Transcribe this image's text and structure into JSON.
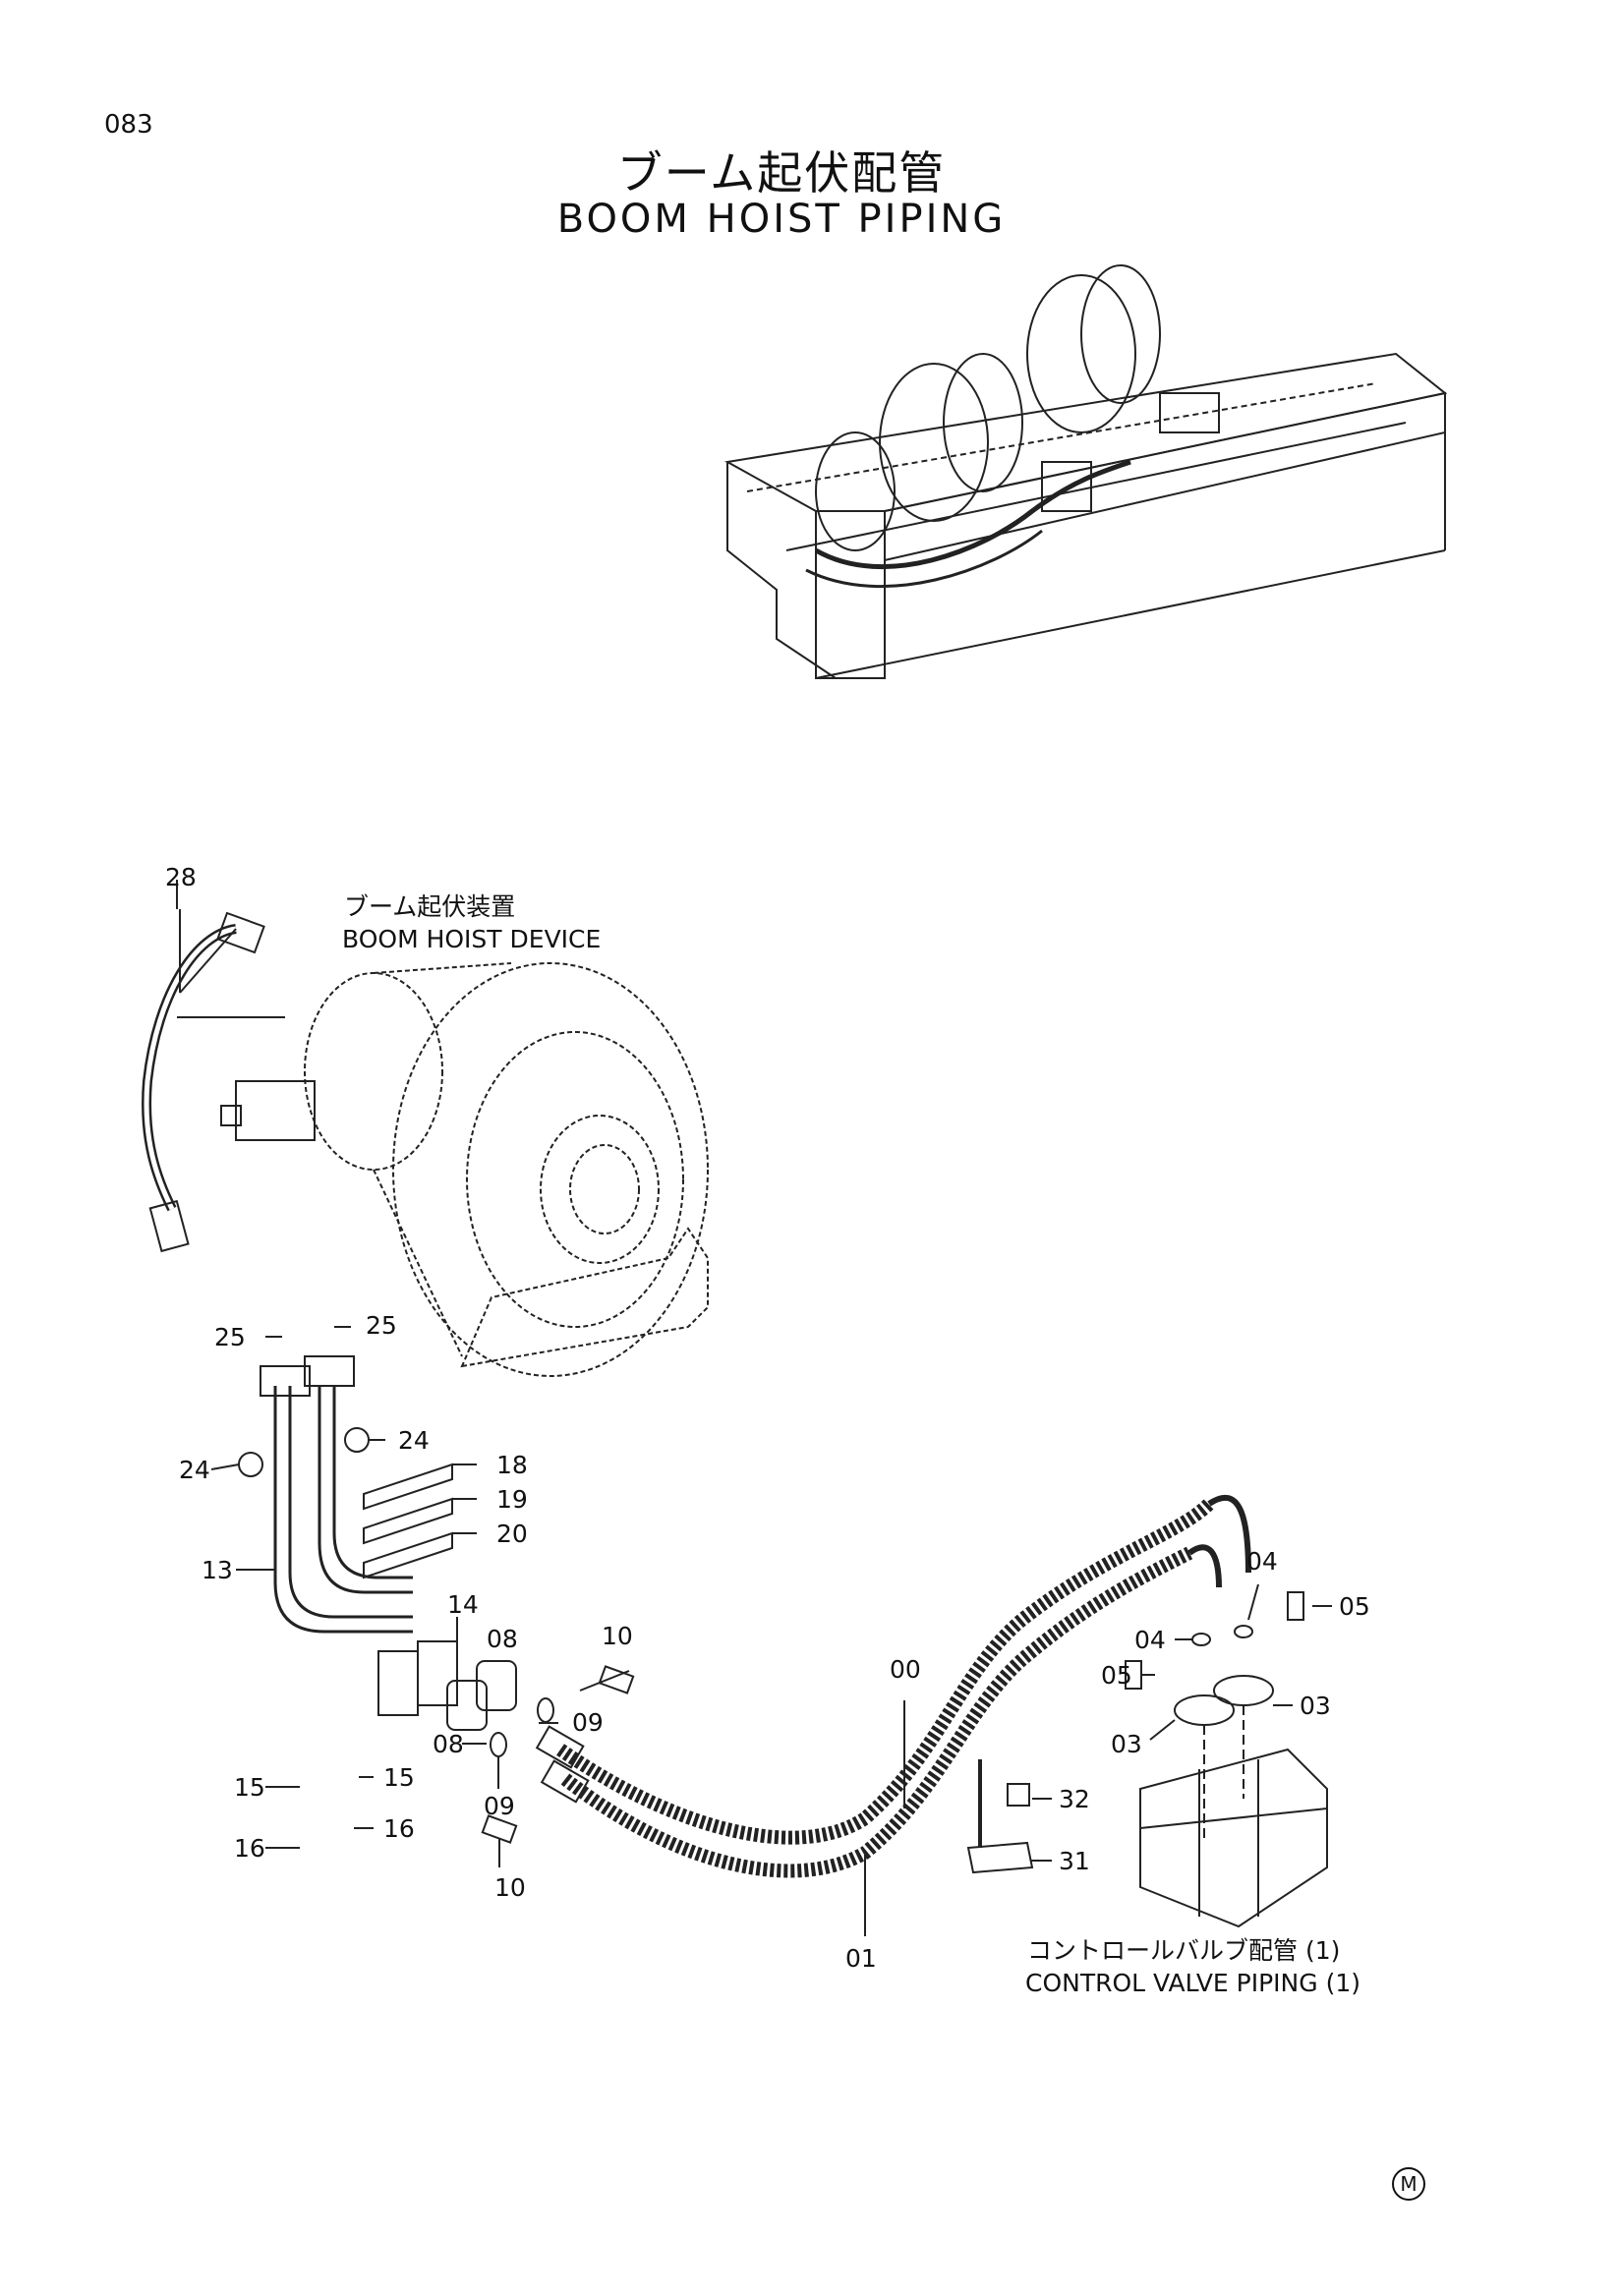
{
  "header": {
    "page_number": "083",
    "title_jp": "ブーム起伏配管",
    "title_en": "BOOM HOIST PIPING"
  },
  "labels": {
    "device_jp": "ブーム起伏装置",
    "device_en": "BOOM HOIST DEVICE",
    "control_valve_jp": "コントロールバルブ配管 (1)",
    "control_valve_en": "CONTROL VALVE PIPING (1)"
  },
  "callouts": {
    "c28": "28",
    "c25a": "25",
    "c25b": "25",
    "c24a": "24",
    "c24b": "24",
    "c18": "18",
    "c19": "19",
    "c20": "20",
    "c13": "13",
    "c14": "14",
    "c08a": "08",
    "c08b": "08",
    "c10a": "10",
    "c10b": "10",
    "c09a": "09",
    "c09b": "09",
    "c15a": "15",
    "c15b": "15",
    "c16a": "16",
    "c16b": "16",
    "c00": "00",
    "c01": "01",
    "c04a": "04",
    "c04b": "04",
    "c05a": "05",
    "c05b": "05",
    "c03a": "03",
    "c03b": "03",
    "c32": "32",
    "c31": "31"
  },
  "mark": "M"
}
